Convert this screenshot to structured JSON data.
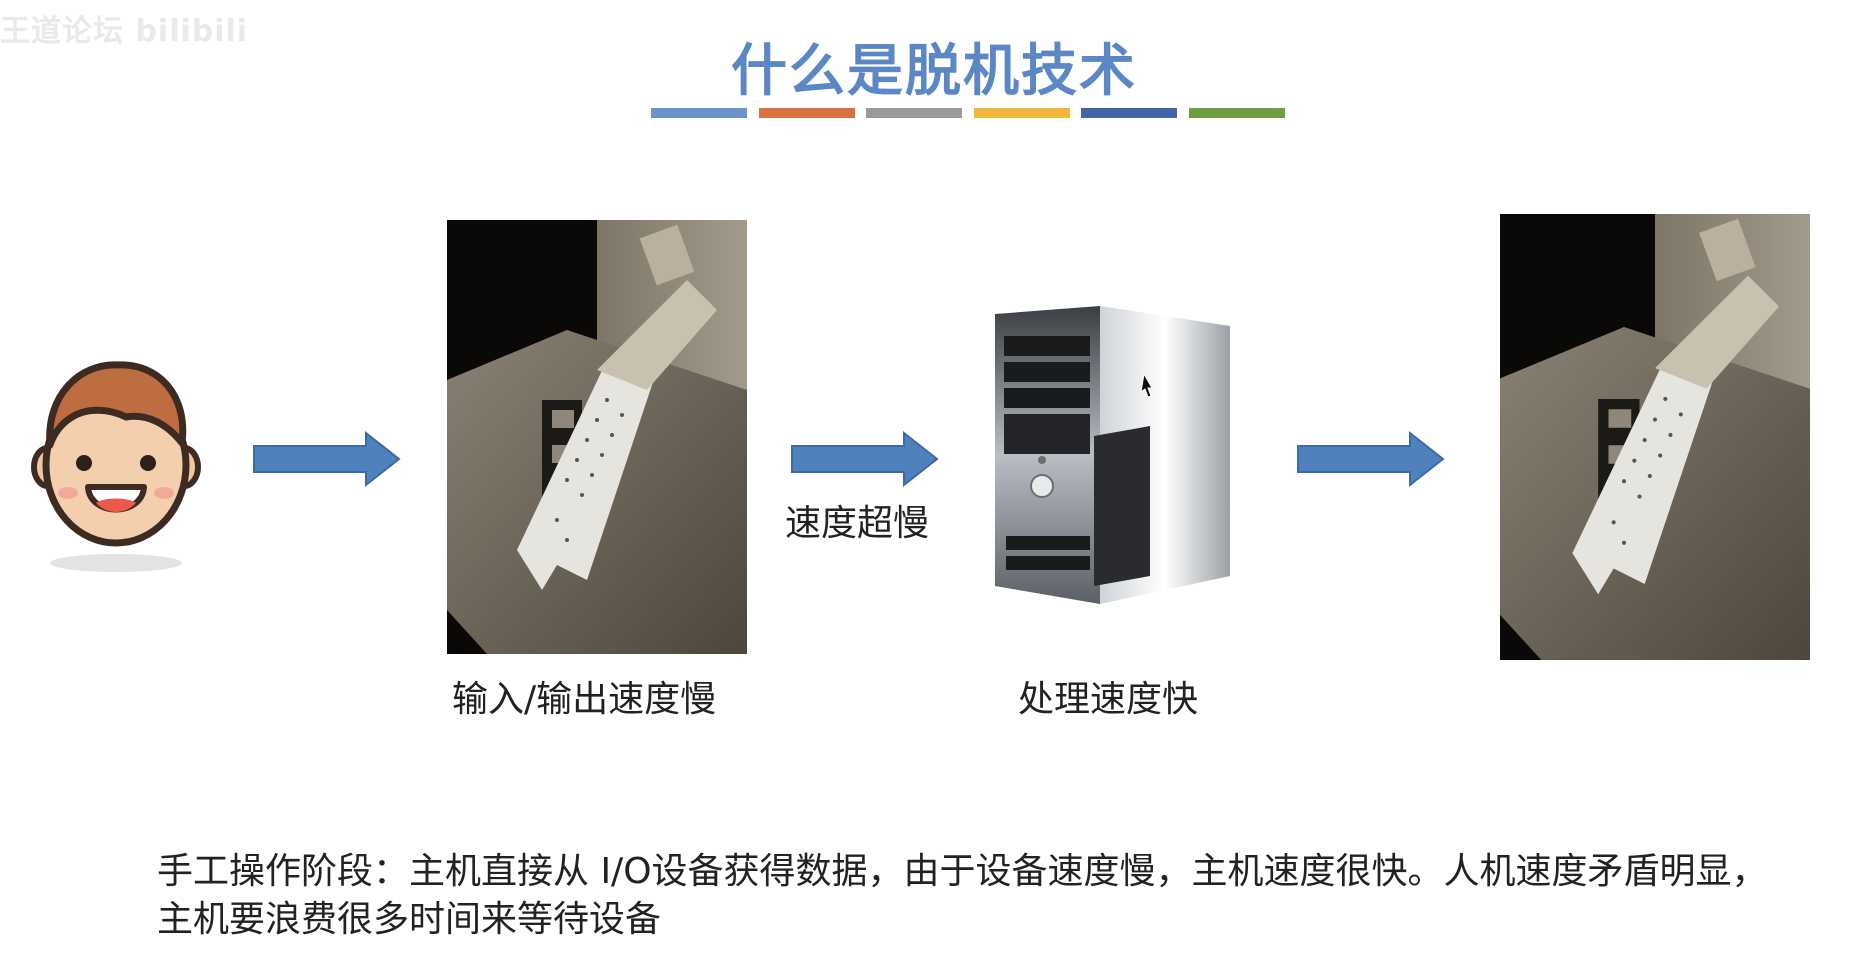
{
  "watermark": "王道论坛 bilibili",
  "title": "什么是脱机技术",
  "title_color": "#5b87c5",
  "color_bars": [
    {
      "color": "#6a93c7"
    },
    {
      "color": "#d9733b"
    },
    {
      "color": "#9a9a9a"
    },
    {
      "color": "#efb73c"
    },
    {
      "color": "#4365a6"
    },
    {
      "color": "#6f9e45"
    }
  ],
  "arrow_color": "#4f81bd",
  "captions": {
    "io_speed": "输入/输出速度慢",
    "speed_slow": "速度超慢",
    "process_speed": "处理速度快"
  },
  "description": "手工操作阶段：主机直接从 I/O设备获得数据，由于设备速度慢，主机速度很快。人机速度矛盾明显，主机要浪费很多时间来等待设备"
}
